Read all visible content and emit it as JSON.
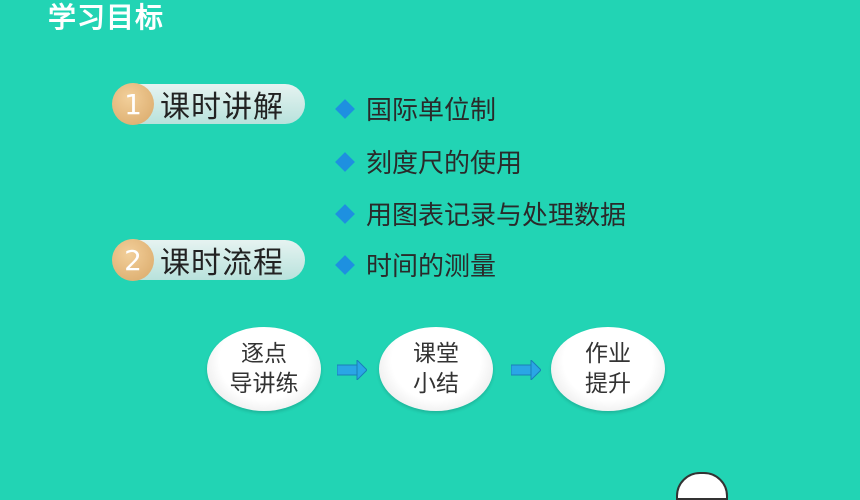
{
  "title": "学习目标",
  "sections": [
    {
      "num": "1",
      "label": "课时讲解"
    },
    {
      "num": "2",
      "label": "课时流程"
    }
  ],
  "bullets": [
    "国际单位制",
    "刻度尺的使用",
    "用图表记录与处理数据",
    "时间的测量"
  ],
  "flow": [
    {
      "line1": "逐点",
      "line2": "导讲练"
    },
    {
      "line1": "课堂",
      "line2": "小结"
    },
    {
      "line1": "作业",
      "line2": "提升"
    }
  ],
  "colors": {
    "background": "#22d4b4",
    "diamond": "#1e90e0",
    "badge": "#d9a868"
  }
}
